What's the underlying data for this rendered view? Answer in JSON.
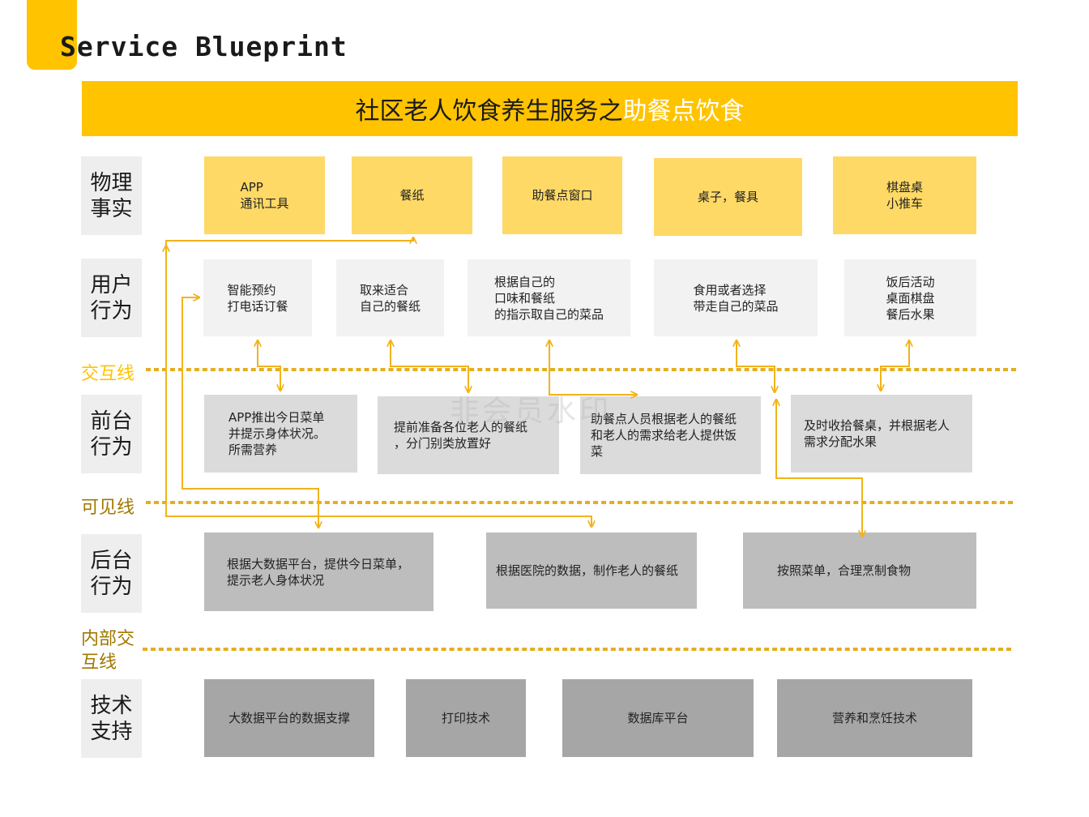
{
  "header": {
    "title": "Service Blueprint",
    "banner_part1": "社区老人饮食养生服务之",
    "banner_part2": "助餐点饮食"
  },
  "rows": {
    "physical": "物理事实",
    "user": "用户行为",
    "front": "前台行为",
    "back": "后台行为",
    "tech": "技术支持"
  },
  "lines": {
    "interaction": "交互线",
    "visibility": "可见线",
    "internal": "内部交互线"
  },
  "physical_items": [
    "APP\n通讯工具",
    "餐纸",
    "助餐点窗口",
    "桌子，餐具",
    "棋盘桌\n小推车"
  ],
  "user_items": [
    "智能预约\n打电话订餐",
    "取来适合\n自己的餐纸",
    "根据自己的\n口味和餐纸\n的指示取自己的菜品",
    "食用或者选择\n带走自己的菜品",
    "饭后活动\n桌面棋盘\n餐后水果"
  ],
  "front_items": [
    "APP推出今日菜单\n并提示身体状况。\n所需营养",
    "提前准备各位老人的餐纸\n，分门别类放置好",
    "助餐点人员根据老人的餐纸\n和老人的需求给老人提供饭\n菜",
    "及时收拾餐桌，并根据老人\n需求分配水果"
  ],
  "back_items": [
    "根据大数据平台，提供今日菜单，\n提示老人身体状况",
    "根据医院的数据，制作老人的餐纸",
    "按照菜单，合理烹制食物"
  ],
  "tech_items": [
    "大数据平台的数据支撑",
    "打印技术",
    "数据库平台",
    "营养和烹饪技术"
  ],
  "watermark": "非会员水印",
  "colors": {
    "accent": "#FFC300",
    "connector": "#F2B31A"
  }
}
